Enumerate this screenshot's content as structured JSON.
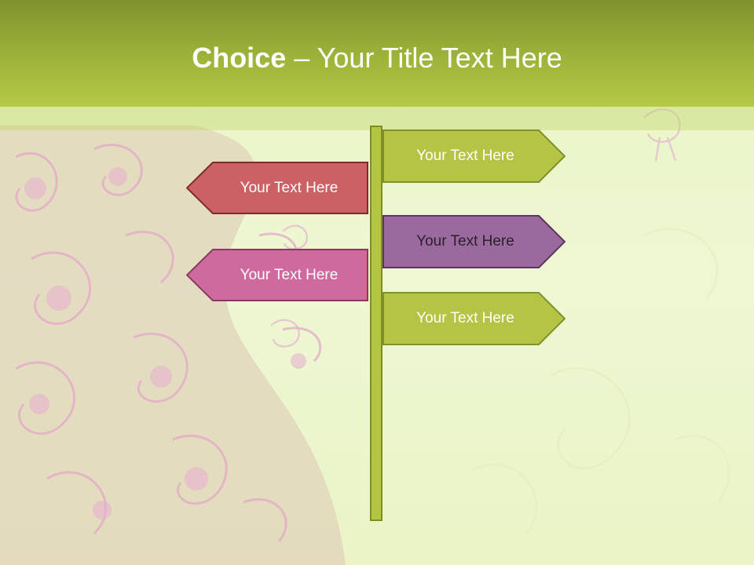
{
  "slide": {
    "title": {
      "strong": "Choice",
      "rest": " – Your Title Text Here"
    },
    "signs": [
      {
        "text": "Your Text Here",
        "direction": "right",
        "fill": "#b5c444",
        "stroke": "#7f9128",
        "color": "#ffffff"
      },
      {
        "text": "Your Text Here",
        "direction": "left",
        "fill": "#cb6165",
        "stroke": "#7e2b2b",
        "color": "#ffffff"
      },
      {
        "text": "Your Text Here",
        "direction": "right",
        "fill": "#9a6a9f",
        "stroke": "#5b3562",
        "color": "#2b1f2b"
      },
      {
        "text": "Your Text Here",
        "direction": "left",
        "fill": "#cf6a9e",
        "stroke": "#883a61",
        "color": "#ffffff"
      },
      {
        "text": "Your Text Here",
        "direction": "right",
        "fill": "#b5c444",
        "stroke": "#7f9128",
        "color": "#ffffff"
      }
    ]
  },
  "colors": {
    "title_bar": "#9db43a",
    "post": "#b4c443",
    "background": "#eef7cf",
    "decoration": "#e0aac7"
  }
}
